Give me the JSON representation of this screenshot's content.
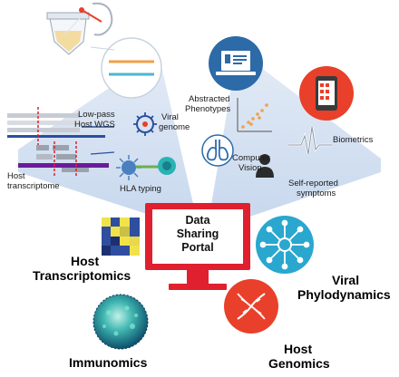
{
  "portal": {
    "line1": "Data",
    "line2": "Sharing",
    "line3": "Portal"
  },
  "labels": {
    "low_pass": "Low-pass",
    "host_wgs": "Host WGS",
    "viral_1": "Viral",
    "viral_2": "genome",
    "host_trans_1": "Host",
    "host_trans_2": "transcriptome",
    "hla": "HLA typing",
    "abstracted_1": "Abstracted",
    "abstracted_2": "Phenotypes",
    "computer_1": "Computer",
    "computer_2": "Vision",
    "self_1": "Self-reported",
    "self_2": "symptoms",
    "biometrics": "Biometrics"
  },
  "categories": {
    "host_transcriptomics_1": "Host",
    "host_transcriptomics_2": "Transcriptomics",
    "viral_phylo_1": "Viral",
    "viral_phylo_2": "Phylodynamics",
    "immunomics": "Immunomics",
    "host_genomics_1": "Host",
    "host_genomics_2": "Genomics"
  },
  "colors": {
    "portal_red": "#e0202e",
    "fan_blue": "#c9d9ee",
    "circle_blue": "#2d6aa8",
    "teal": "#29a7cf",
    "orange_red": "#e8402a"
  },
  "icons": [
    "tube-icon",
    "dna-icon",
    "virus-icon",
    "laptop-icon",
    "phone-icon",
    "lungs-icon",
    "person-icon",
    "heatmap-icon",
    "network-icon",
    "immune-cell-icon"
  ]
}
